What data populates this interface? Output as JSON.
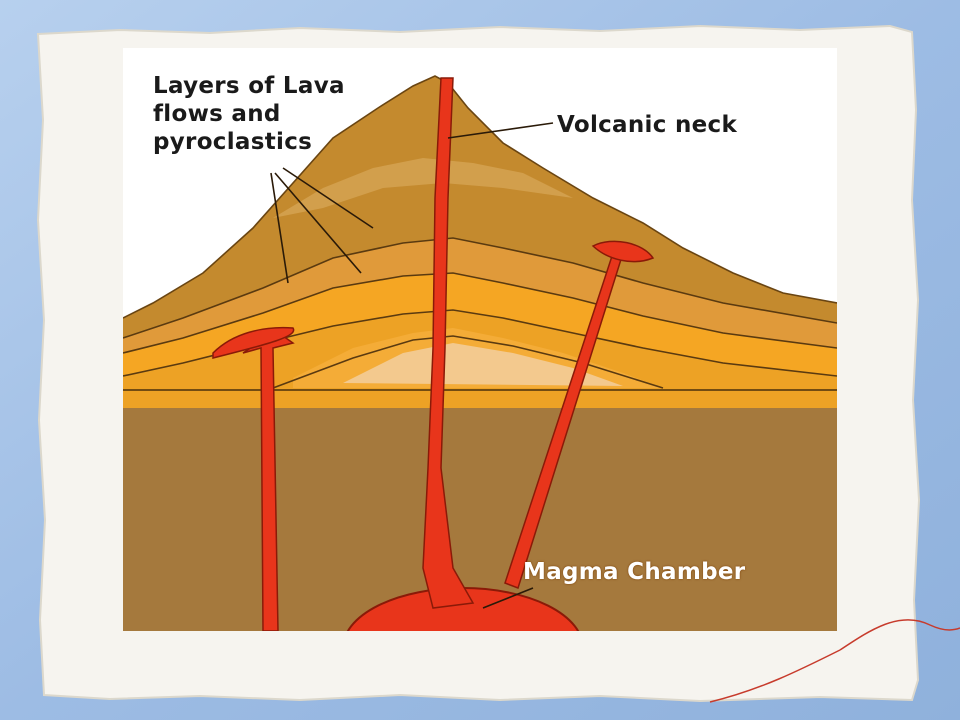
{
  "diagram": {
    "labels": {
      "layers": "Layers of Lava\nflows and\npyroclastics",
      "neck": "Volcanic neck",
      "chamber": "Magma Chamber"
    },
    "colors": {
      "background": "#9fbde3",
      "paper": "#f6f4ef",
      "ground": "#a5793d",
      "cone": "#c48a2e",
      "magma": "#e8351b",
      "layer_light": "#f5a623",
      "layer_pale": "#efd2a8"
    }
  }
}
